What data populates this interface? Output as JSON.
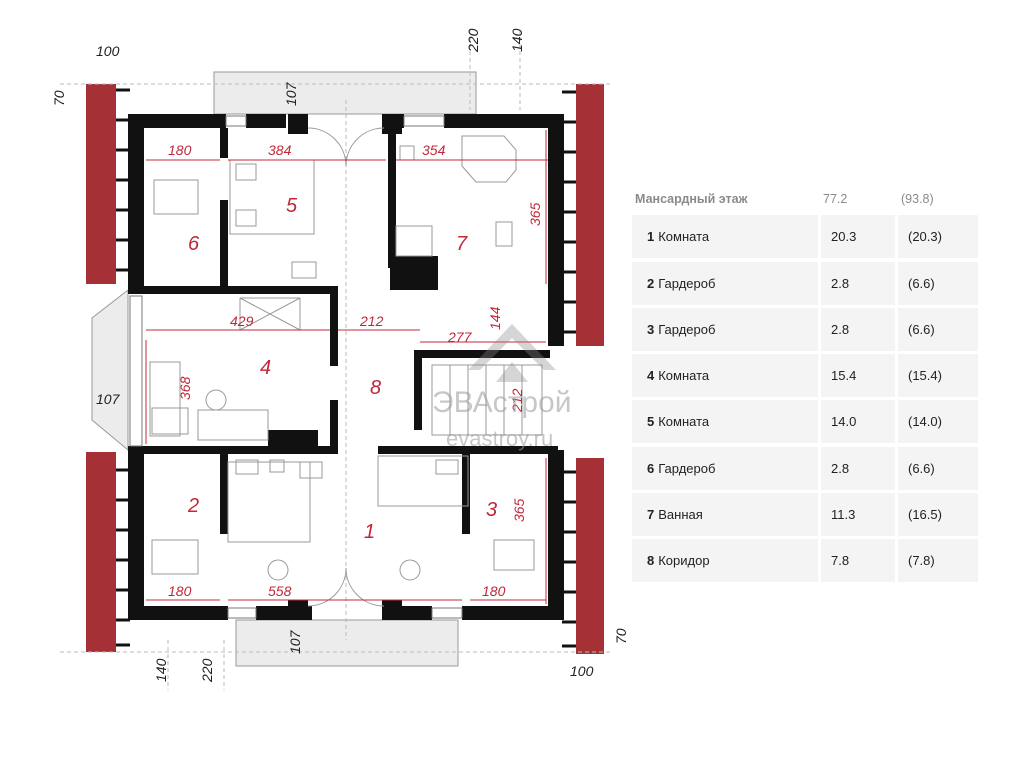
{
  "plan": {
    "dimensions": {
      "top_left_100": "100",
      "top_220": "220",
      "top_140": "140",
      "left_70": "70",
      "balcony_top_107": "107",
      "bay_107": "107",
      "bottom_140": "140",
      "bottom_220": "220",
      "balcony_bottom_107": "107",
      "right_70": "70",
      "bottom_right_100": "100"
    },
    "inner_dimensions": {
      "d180_top": "180",
      "d384": "384",
      "d354": "354",
      "d365_top": "365",
      "d429": "429",
      "d212": "212",
      "d277": "277",
      "d144": "144",
      "d368": "368",
      "d212_stair": "212",
      "d365_bottom": "365",
      "d180_bl": "180",
      "d558": "558",
      "d180_br": "180"
    },
    "room_numbers": {
      "r1": "1",
      "r2": "2",
      "r3": "3",
      "r4": "4",
      "r5": "5",
      "r6": "6",
      "r7": "7",
      "r8": "8"
    },
    "watermark": {
      "brand": "ЭВАстрой",
      "url": "evastroy.ru"
    }
  },
  "table": {
    "header": {
      "title": "Мансардный этаж",
      "area": "77.2",
      "total": "(93.8)"
    },
    "rows": [
      {
        "num": "1",
        "name": "Комната",
        "area": "20.3",
        "total": "(20.3)"
      },
      {
        "num": "2",
        "name": "Гардероб",
        "area": "2.8",
        "total": "(6.6)"
      },
      {
        "num": "3",
        "name": "Гардероб",
        "area": "2.8",
        "total": "(6.6)"
      },
      {
        "num": "4",
        "name": "Комната",
        "area": "15.4",
        "total": "(15.4)"
      },
      {
        "num": "5",
        "name": "Комната",
        "area": "14.0",
        "total": "(14.0)"
      },
      {
        "num": "6",
        "name": "Гардероб",
        "area": "2.8",
        "total": "(6.6)"
      },
      {
        "num": "7",
        "name": "Ванная",
        "area": "11.3",
        "total": "(16.5)"
      },
      {
        "num": "8",
        "name": "Коридор",
        "area": "7.8",
        "total": "(7.8)"
      }
    ]
  },
  "colors": {
    "wall": "#111111",
    "roof_red": "#a53036",
    "dimension_red": "#c0283a",
    "table_bg": "#f4f4f4"
  }
}
